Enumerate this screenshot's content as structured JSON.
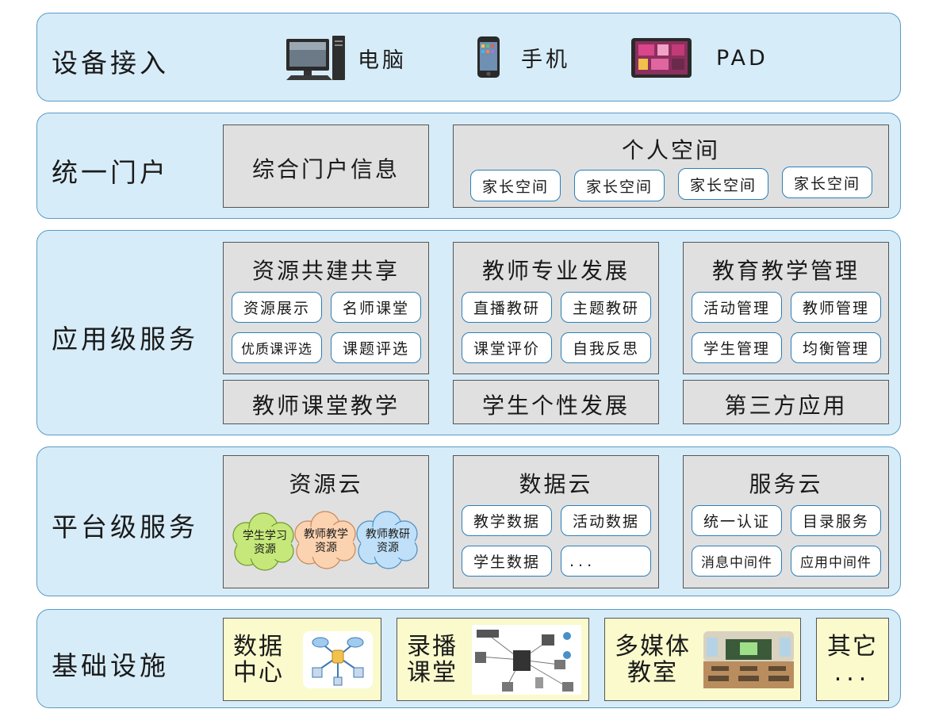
{
  "device_layer": {
    "title": "设备接入",
    "devices": [
      {
        "label": "电脑",
        "icon": "desktop-computer-icon"
      },
      {
        "label": "手机",
        "icon": "smartphone-icon"
      },
      {
        "label": "PAD",
        "icon": "tablet-icon"
      }
    ]
  },
  "portal_layer": {
    "title": "统一门户",
    "info_box": "综合门户信息",
    "personal_space": {
      "title": "个人空间",
      "items": [
        "家长空间",
        "家长空间",
        "家长空间",
        "家长空间"
      ]
    }
  },
  "app_layer": {
    "title": "应用级服务",
    "groups": [
      {
        "title": "资源共建共享",
        "items": [
          "资源展示",
          "名师课堂",
          "优质课评选",
          "课题评选"
        ]
      },
      {
        "title": "教师专业发展",
        "items": [
          "直播教研",
          "主题教研",
          "课堂评价",
          "自我反思"
        ]
      },
      {
        "title": "教育教学管理",
        "items": [
          "活动管理",
          "教师管理",
          "学生管理",
          "均衡管理"
        ]
      }
    ],
    "bottom": [
      "教师课堂教学",
      "学生个性发展",
      "第三方应用"
    ]
  },
  "platform_layer": {
    "title": "平台级服务",
    "resource_cloud": {
      "title": "资源云",
      "clouds": [
        {
          "line1": "学生学习",
          "line2": "资源",
          "color": "#c6e87a"
        },
        {
          "line1": "教师教学",
          "line2": "资源",
          "color": "#fcd3b0"
        },
        {
          "line1": "教师教研",
          "line2": "资源",
          "color": "#bfe0f8"
        }
      ]
    },
    "data_cloud": {
      "title": "数据云",
      "items": [
        "教学数据",
        "活动数据",
        "学生数据",
        "..."
      ]
    },
    "service_cloud": {
      "title": "服务云",
      "items": [
        "统一认证",
        "目录服务",
        "消息中间件",
        "应用中间件"
      ]
    }
  },
  "infra_layer": {
    "title": "基础设施",
    "items": [
      {
        "line1": "数据",
        "line2": "中心",
        "icon": "data-center-icon"
      },
      {
        "line1": "录播",
        "line2": "课堂",
        "icon": "recording-network-icon"
      },
      {
        "line1": "多媒体",
        "line2": "教室",
        "icon": "classroom-photo-icon"
      },
      {
        "line1": "其它",
        "line2": "..."
      }
    ]
  }
}
